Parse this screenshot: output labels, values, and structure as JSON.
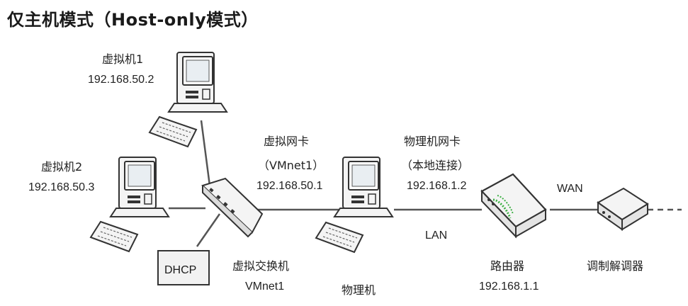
{
  "title": "仅主机模式（Host-only模式）",
  "vm1": {
    "name": "虚拟机1",
    "ip": "192.168.50.2"
  },
  "vm2": {
    "name": "虚拟机2",
    "ip": "192.168.50.3"
  },
  "vnic": {
    "name": "虚拟网卡",
    "sub": "（VMnet1）",
    "ip": "192.168.50.1"
  },
  "pnic": {
    "name": "物理机网卡",
    "sub": "（本地连接）",
    "ip": "192.168.1.2"
  },
  "lan_label": "LAN",
  "wan_label": "WAN",
  "dhcp_label": "DHCP",
  "vswitch": {
    "name": "虚拟交换机",
    "sub": "VMnet1"
  },
  "host": {
    "name": "物理机"
  },
  "router": {
    "name": "路由器",
    "ip": "192.168.1.1"
  },
  "modem": {
    "name": "调制解调器"
  },
  "colors": {
    "line": "#555555",
    "device_fill": "#f4f4f4",
    "device_stroke": "#333333",
    "router_green": "#3cb043"
  }
}
